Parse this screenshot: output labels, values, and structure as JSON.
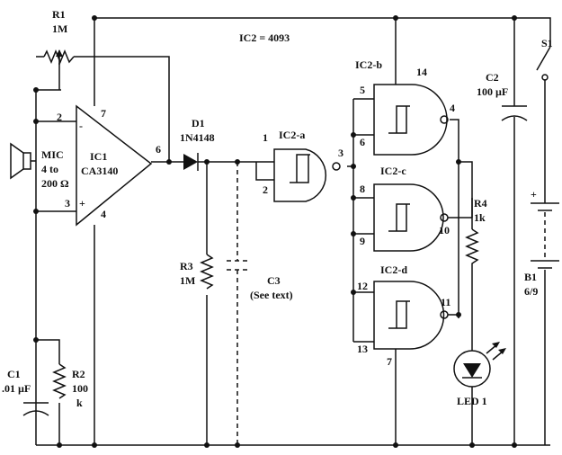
{
  "diagram": {
    "note": "IC2 = 4093",
    "r1": {
      "ref": "R1",
      "value": "1M"
    },
    "s1": {
      "ref": "S1"
    },
    "c2": {
      "ref": "C2",
      "value": "100 µF"
    },
    "ic2b": {
      "ref": "IC2-b",
      "pins": [
        "5",
        "6",
        "4",
        "14"
      ]
    },
    "ic2a": {
      "ref": "IC2-a",
      "pins": [
        "1",
        "2",
        "3"
      ]
    },
    "ic2c": {
      "ref": "IC2-c",
      "pins": [
        "8",
        "9",
        "10"
      ]
    },
    "ic2d": {
      "ref": "IC2-d",
      "pins": [
        "12",
        "13",
        "11",
        "7"
      ]
    },
    "ic1": {
      "ref": "IC1",
      "part": "CA3140",
      "pins": [
        "2",
        "3",
        "6",
        "7",
        "4"
      ],
      "inverting": "-",
      "noninverting": "+"
    },
    "d1": {
      "ref": "D1",
      "part": "1N4148"
    },
    "mic": {
      "ref": "MIC",
      "spec1": "4 to",
      "spec2": "200 Ω"
    },
    "r3": {
      "ref": "R3",
      "value": "1M"
    },
    "c3": {
      "ref": "C3",
      "note": "(See text)"
    },
    "r4": {
      "ref": "R4",
      "value": "1k"
    },
    "b1": {
      "ref": "B1",
      "value": "6/9",
      "plus": "+"
    },
    "c1": {
      "ref": "C1",
      "value": ".01 µF"
    },
    "r2": {
      "ref": "R2",
      "value": "100",
      "unit": "k"
    },
    "led1": {
      "ref": "LED 1"
    }
  }
}
